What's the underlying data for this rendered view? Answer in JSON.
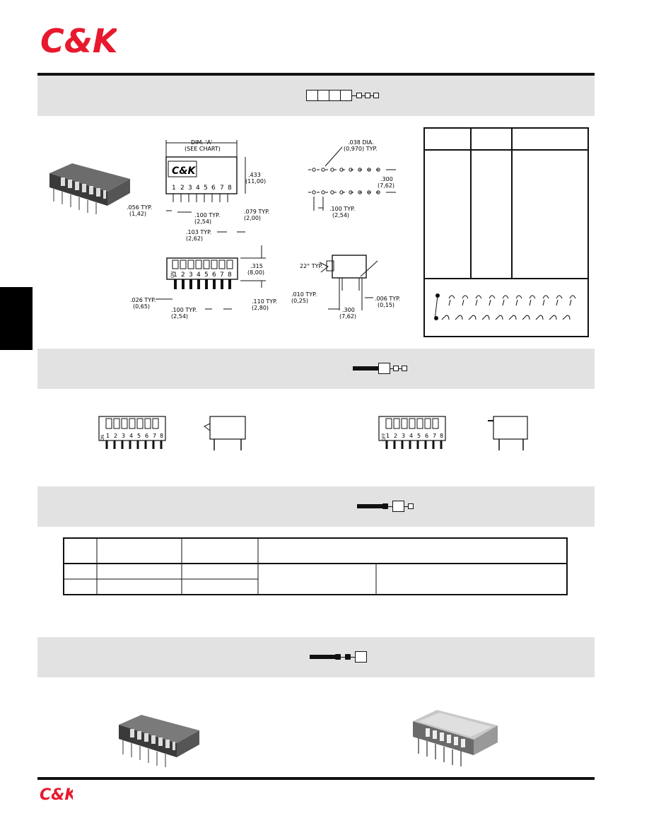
{
  "header": {
    "brand": "C&K",
    "footer_brand": "C&K"
  },
  "drawings": {
    "dim_a": "DIM. 'A'",
    "see_chart": "(SEE CHART)",
    "module_logo": "C&K",
    "switch_numbers": [
      "1",
      "2",
      "3",
      "4",
      "5",
      "6",
      "7",
      "8"
    ],
    "dim_433": ".433",
    "dim_433_mm": "(11,00)",
    "dim_056": ".056 TYP.",
    "dim_056_mm": "(1,42)",
    "dim_100": ".100 TYP.",
    "dim_100_mm": "(2,54)",
    "dim_079": ".079 TYP.",
    "dim_079_mm": "(2,00)",
    "dim_103": ".103 TYP.",
    "dim_103_mm": "(2,62)",
    "dim_038": ".038 DIA.",
    "dim_038_mm": "(0,970) TYP.",
    "dim_300": ".300",
    "dim_300_mm": "(7,62)",
    "dim_100b": ".100 TYP.",
    "dim_100b_mm": "(2,54)",
    "dim_315": ".315",
    "dim_315_mm": "(8,00)",
    "dim_026": ".026 TYP.",
    "dim_026_mm": "(0,65)",
    "dim_100c": ".100 TYP.",
    "dim_100c_mm": "(2,54)",
    "dim_110": ".110 TYP.",
    "dim_110_mm": "(2,80)",
    "angle_22": "22° TYP.",
    "dim_010": ".010 TYP.",
    "dim_010_mm": "(0,25)",
    "dim_006": ".006 TYP.",
    "dim_006_mm": "(0,15)",
    "dim_300b": ".300",
    "dim_300b_mm": "(7,62)",
    "on_label": "ON",
    "off_label": "OFF"
  },
  "colors": {
    "brand_red": "#e8192c",
    "band_gray": "#e2e2e2",
    "ink": "#111111"
  }
}
